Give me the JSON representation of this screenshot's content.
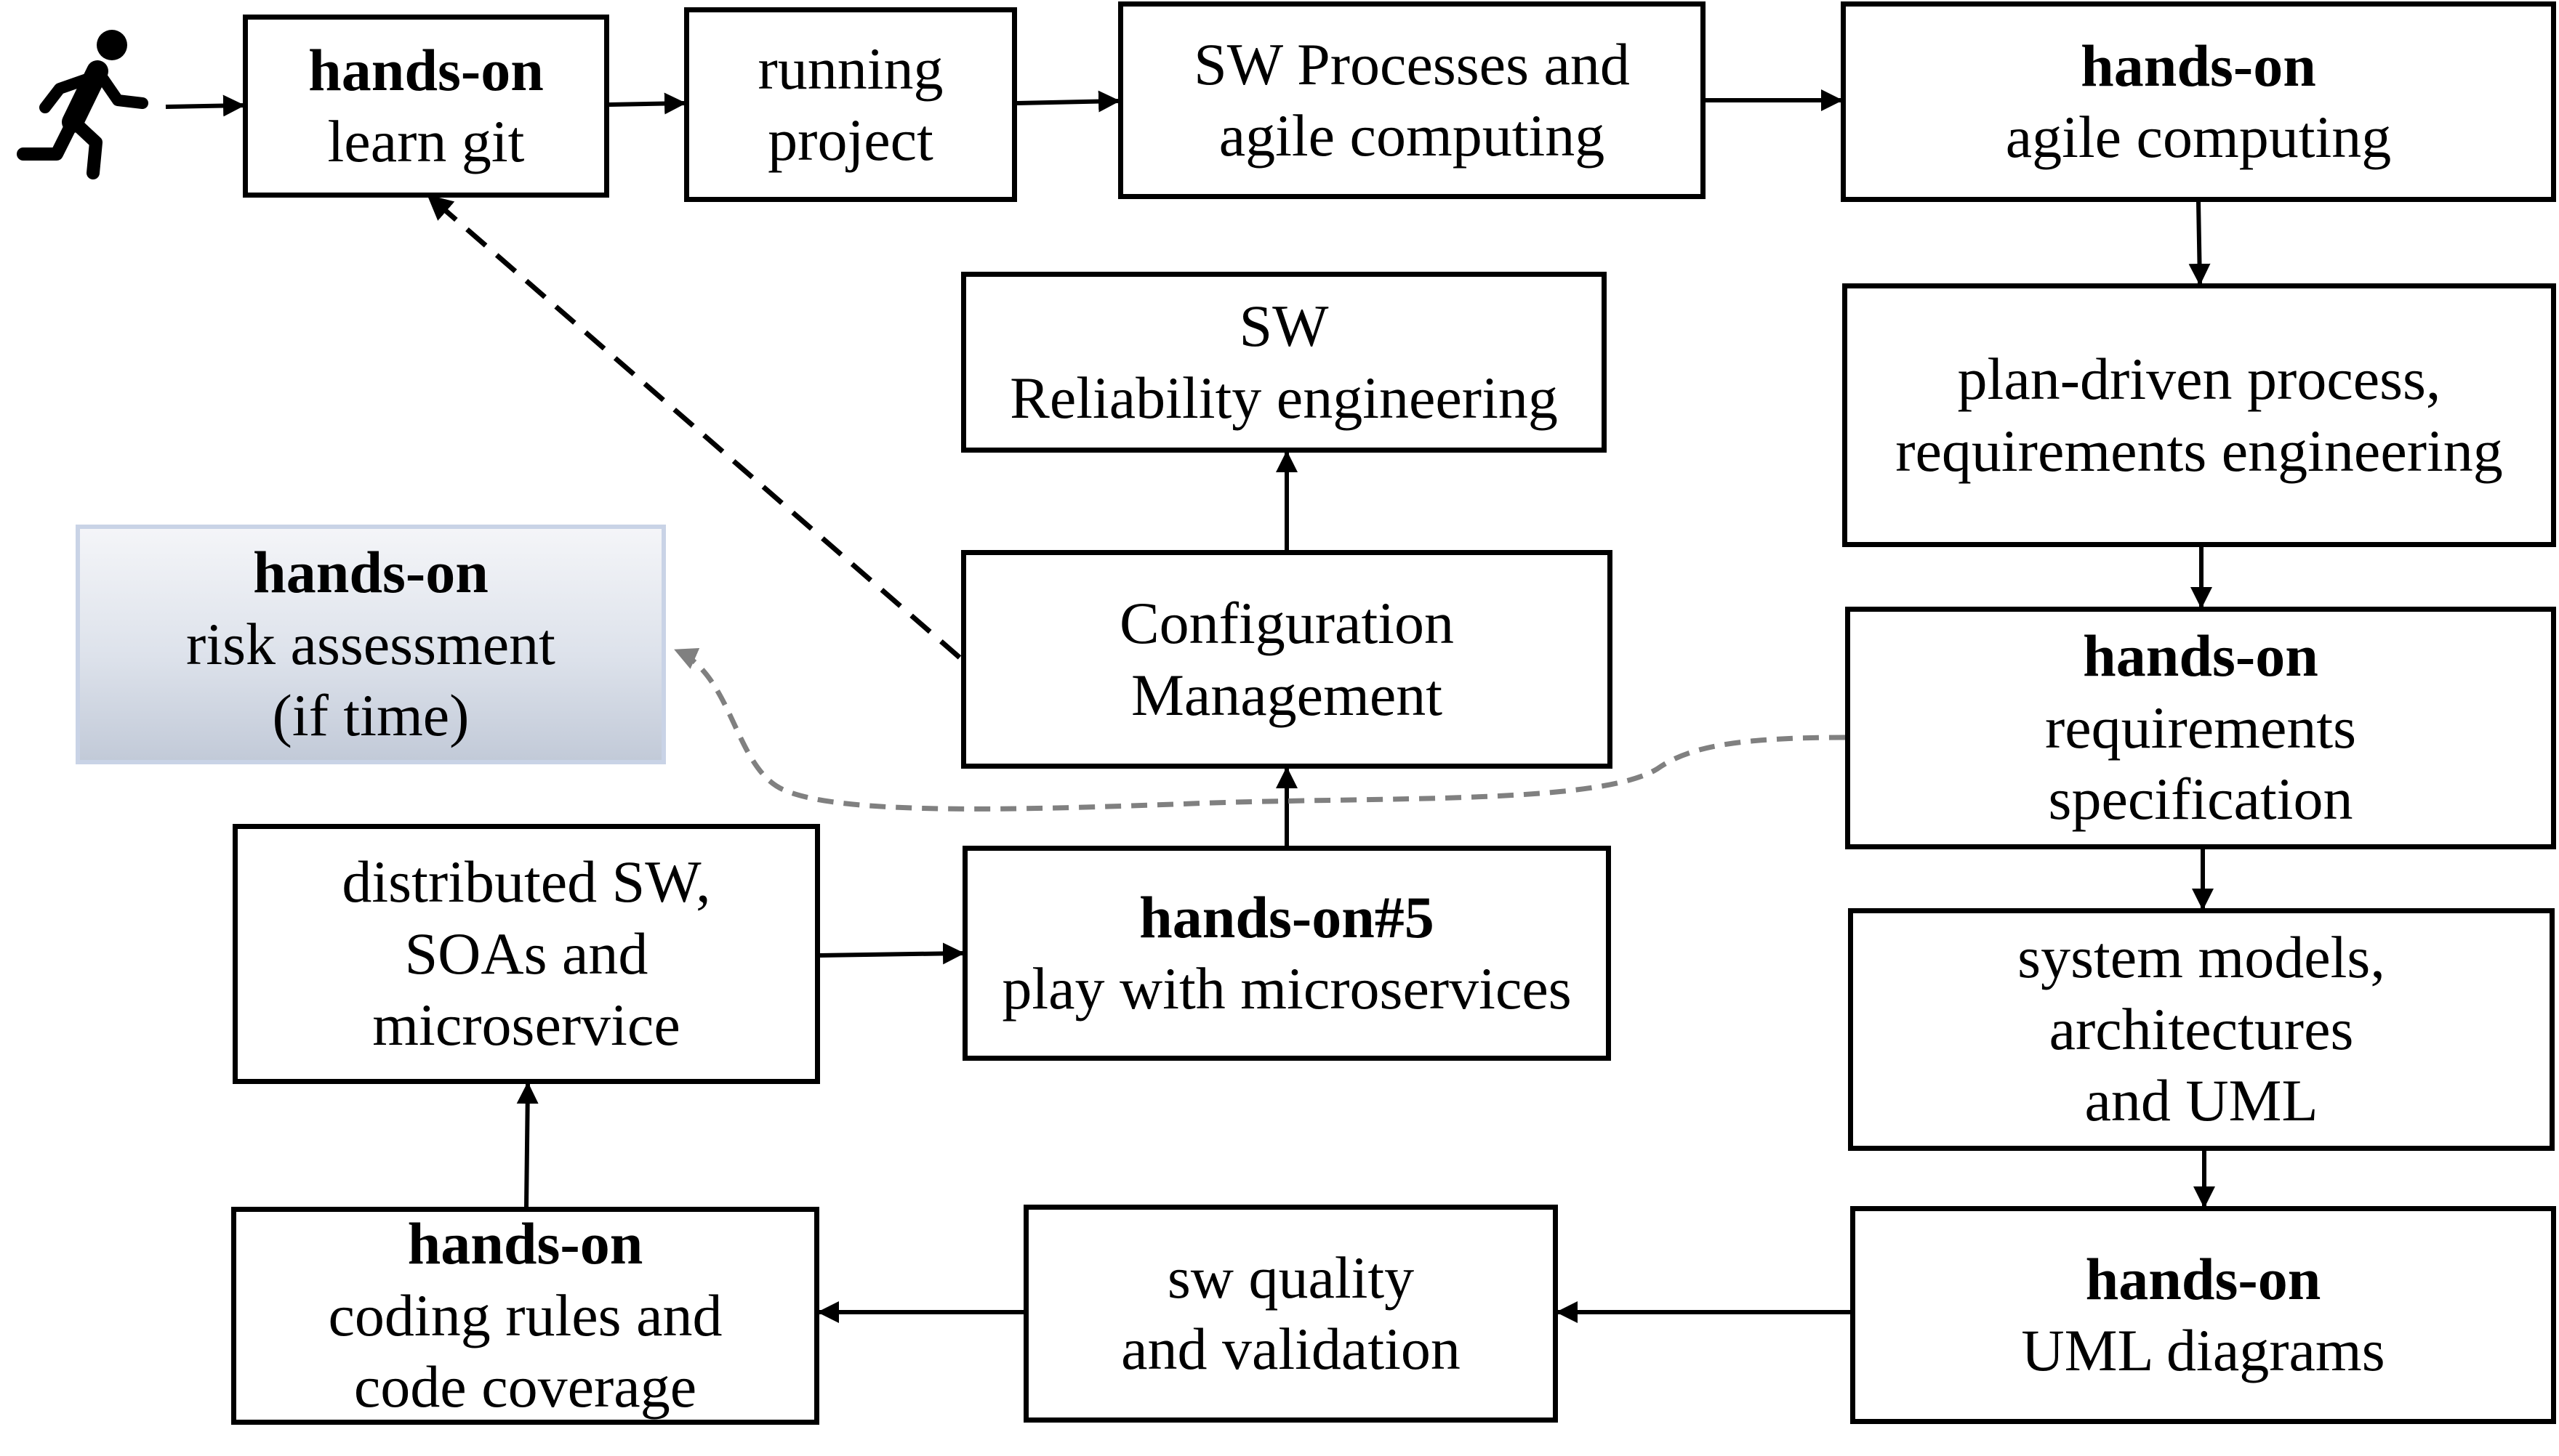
{
  "colors": {
    "box_border": "#000000",
    "arrow": "#000000",
    "dashed_dark": "#000000",
    "dashed_gray": "#808080",
    "optional_fill_top": "#f4f5f8",
    "optional_fill_bottom": "#c2cad8"
  },
  "start": {
    "icon": "running-person-icon"
  },
  "nodes": {
    "learn_git": {
      "title": "hands-on",
      "text": "learn git"
    },
    "running_project": {
      "line1": "running",
      "line2": "project"
    },
    "sw_processes": {
      "line1": "SW Processes and",
      "line2": "agile computing"
    },
    "agile_handson": {
      "title": "hands-on",
      "text": "agile computing"
    },
    "plan_driven": {
      "line1": "plan-driven process,",
      "line2": "requirements engineering"
    },
    "req_spec": {
      "title": "hands-on",
      "line1": "requirements",
      "line2": "specification"
    },
    "system_models": {
      "line1": "system models,",
      "line2": "architectures",
      "line3": "and UML"
    },
    "uml_diagrams": {
      "title": "hands-on",
      "text": "UML diagrams"
    },
    "sw_quality": {
      "line1": "sw quality",
      "line2": "and validation"
    },
    "coding_rules": {
      "title": "hands-on",
      "line1": "coding rules and",
      "line2": "code coverage"
    },
    "distributed": {
      "line1": "distributed SW,",
      "line2": "SOAs and",
      "line3": "microservice"
    },
    "microservices": {
      "title": "hands-on#5",
      "text": "play with microservices"
    },
    "config_mgmt": {
      "line1": "Configuration",
      "line2": "Management"
    },
    "reliability": {
      "line1": "SW",
      "line2": "Reliability engineering"
    },
    "risk": {
      "title": "hands-on",
      "line1": "risk assessment",
      "line2": "(if time)"
    }
  }
}
